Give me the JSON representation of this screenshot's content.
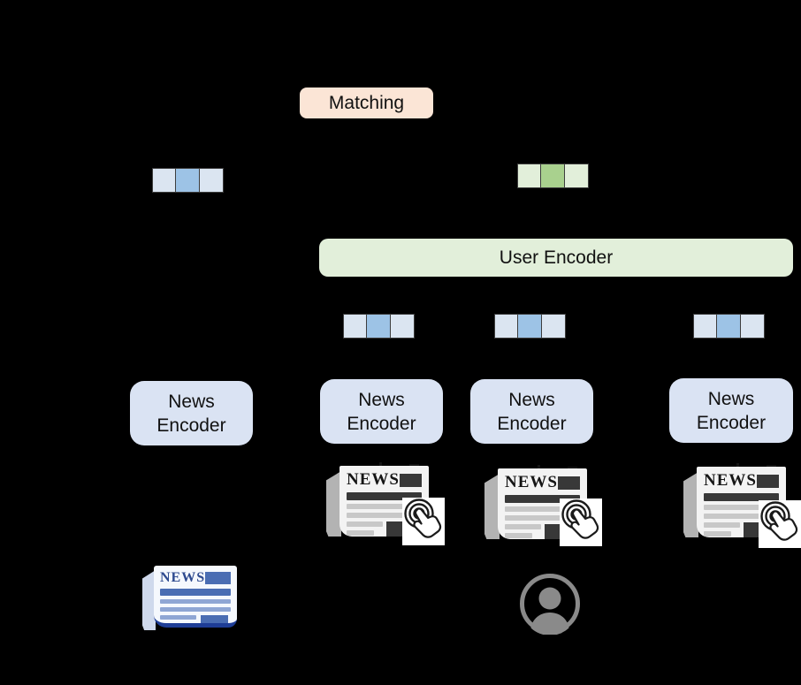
{
  "colors": {
    "background": "#000000",
    "matching_fill": "#fbe5d6",
    "user_encoder_fill": "#e2efda",
    "news_encoder_fill": "#dae3f3",
    "embedding_blue_light": "#dbe5f1",
    "embedding_blue_mid": "#9dc3e6",
    "embedding_green_light": "#e2efda",
    "embedding_green_mid": "#a9d18e",
    "newspaper_gray_dark": "#383838",
    "newspaper_gray_light": "#c8c8c8",
    "newspaper_blue": "#4a6db3",
    "newspaper_navy": "#1e3d96",
    "avatar_gray": "#8a8a8a"
  },
  "figure": {
    "matching": {
      "label": "Matching"
    },
    "user_encoder": {
      "label": "User Encoder"
    },
    "news_encoders": [
      {
        "line1": "News",
        "line2": "Encoder"
      },
      {
        "line1": "News",
        "line2": "Encoder"
      },
      {
        "line1": "News",
        "line2": "Encoder"
      },
      {
        "line1": "News",
        "line2": "Encoder"
      }
    ],
    "embeddings": {
      "candidate_news_vector": {
        "cells": [
          "light-blue",
          "mid-blue",
          "light-blue"
        ]
      },
      "user_vector": {
        "cells": [
          "light-green",
          "mid-green",
          "light-green"
        ]
      },
      "clicked_news_vectors": [
        {
          "cells": [
            "light-blue",
            "mid-blue",
            "light-blue"
          ]
        },
        {
          "cells": [
            "light-blue",
            "mid-blue",
            "light-blue"
          ]
        },
        {
          "cells": [
            "light-blue",
            "mid-blue",
            "light-blue"
          ]
        }
      ]
    },
    "candidate_newspaper": {
      "masthead": "NEWS"
    },
    "clicked_newspapers": [
      {
        "masthead": "NEWS"
      },
      {
        "masthead": "NEWS"
      },
      {
        "masthead": "NEWS"
      }
    ],
    "icons": {
      "tap_gesture": "tap-gesture-icon",
      "user": "user-avatar-icon",
      "newspaper": "newspaper-icon"
    }
  }
}
